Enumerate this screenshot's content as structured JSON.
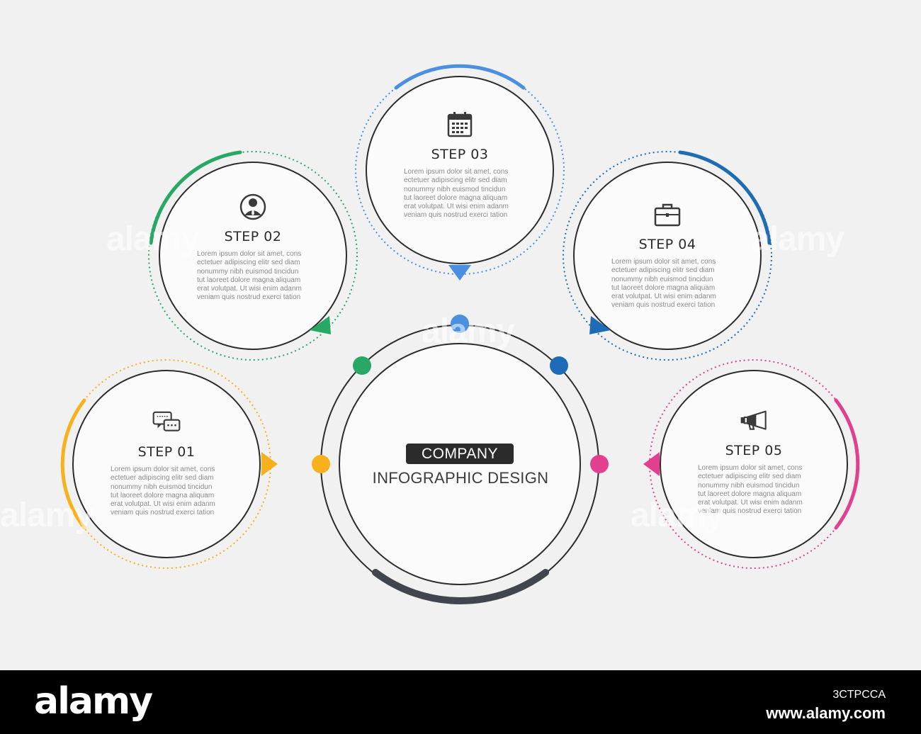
{
  "center": {
    "title": "COMPANY",
    "subtitle": "INFOGRAPHIC DESIGN"
  },
  "colors": {
    "yellow": "#f6b11d",
    "green": "#27a865",
    "lightblue": "#4a8fe0",
    "darkblue": "#1d6cb5",
    "pink": "#e2408f",
    "dark": "#41454d"
  },
  "steps": [
    {
      "title": "STEP 01",
      "icon": "chat-bubbles-icon",
      "text": [
        "Lorem ipsum dolor sit amet, cons",
        "ectetuer adipiscing elitr sed diam",
        "nonummy nibh euismod tincidun",
        "tut laoreet dolore magna aliquam",
        "erat volutpat. Ut wisi enim adanm",
        "veniam quis nostrud exerci tation"
      ]
    },
    {
      "title": "STEP 02",
      "icon": "businessman-icon",
      "text": [
        "Lorem ipsum dolor sit amet, cons",
        "ectetuer adipiscing elitr sed diam",
        "nonummy nibh euismod tincidun",
        "tut laoreet dolore magna aliquam",
        "erat volutpat. Ut wisi enim adanm",
        "veniam quis nostrud exerci tation"
      ]
    },
    {
      "title": "STEP 03",
      "icon": "calendar-icon",
      "text": [
        "Lorem ipsum dolor sit amet, cons",
        "ectetuer adipiscing elitr sed diam",
        "nonummy nibh euismod tincidun",
        "tut laoreet dolore magna aliquam",
        "erat volutpat. Ut wisi enim adanm",
        "veniam quis nostrud exerci tation"
      ]
    },
    {
      "title": "STEP 04",
      "icon": "briefcase-icon",
      "text": [
        "Lorem ipsum dolor sit amet, cons",
        "ectetuer adipiscing elitr sed diam",
        "nonummy nibh euismod tincidun",
        "tut laoreet dolore magna aliquam",
        "erat volutpat. Ut wisi enim adanm",
        "veniam quis nostrud exerci tation"
      ]
    },
    {
      "title": "STEP 05",
      "icon": "megaphone-icon",
      "text": [
        "Lorem ipsum dolor sit amet, cons",
        "ectetuer adipiscing elitr sed diam",
        "nonummy nibh euismod tincidun",
        "tut laoreet dolore magna aliquam",
        "erat volutpat. Ut wisi enim adanm",
        "veniam quis nostrud exerci tation"
      ]
    }
  ],
  "watermark": {
    "text": "alamy"
  },
  "footer": {
    "logo": "alamy",
    "image_id": "3CTPCCA",
    "site": "www.alamy.com"
  }
}
